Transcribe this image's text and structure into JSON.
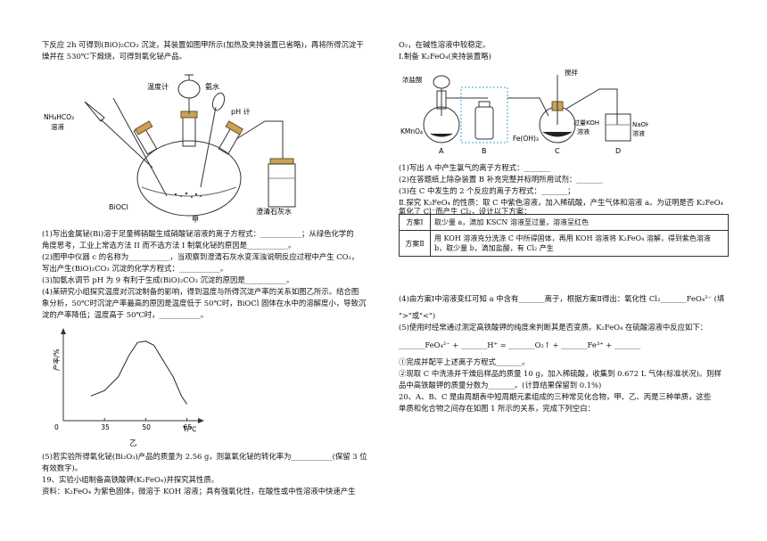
{
  "left": {
    "l1": "下反应 2h 可得到(BiO)₂CO₃ 沉淀，其装置如图甲所示(加热及夹持装置已省略)，再将所得沉淀干",
    "l2": "燥并在 530℃下煅烧，可得到氧化铋产品。",
    "fig1": {
      "label_thermometer": "温度计",
      "label_ammonia": "氨水",
      "label_ph": "pH 计",
      "label_nh4hco3_1": "NH₄HCO₃",
      "label_nh4hco3_2": "溶液",
      "label_biocl": "BiOCl",
      "label_limewater": "澄清石灰水",
      "caption": "甲"
    },
    "q1a": "(1)写出金属铋(Bi)溶于足量稀硝酸生成硝酸铋溶液的离子方程式：___________；从绿色化学的",
    "q1b": "角度思考，工业上常选方法 II 而不选方法 I 制氧化铋的原因是___________。",
    "q2a": "(2)图甲中仪器 c 的名称为___________，当观察到澄清石灰水变浑浊说明反应过程中产生 CO₂，",
    "q2b": "写出产生(BiO)₂CO₃ 沉淀的化学方程式：___________。",
    "q3": "(3)加氨水调节 pH 为 9 有利于生成(BiO)₂CO₃ 沉淀的原因是___________。",
    "q4a": "(4)某研究小组探究温度对沉淀制备的影响，得到温度与所得沉淀产率的关系如图乙所示。结合图",
    "q4b": "象分析，50℃时沉淀产率最高的原因是温度低于 50℃时，BiOCl 固体在水中的溶解度小，导致沉",
    "q4c": "淀的产率降低；温度高于 50℃时，___________。",
    "q5a": "(5)若实验所得氧化铋(Bi₂O₃)产品的质量为 2.56 g，则氯氧化铋的转化率为___________(保留 3 位",
    "q5b": "有效数字)。",
    "q19": "19、实验小组制备高铁酸钾(K₂FeO₄)并探究其性质。",
    "info": "资料：K₂FeO₄ 为紫色固体，微溶于 KOH 溶液；具有强氧化性，在酸性或中性溶液中快速产生"
  },
  "right": {
    "r1": "O₂，在碱性溶液中较稳定。",
    "r2": "Ⅰ.制备 K₂FeO₄(夹持装置略)",
    "fig2": {
      "label_hcl": "浓盐酸",
      "label_stir": "搅拌",
      "label_kmno4": "KMnO₄",
      "label_feoh3": "Fe(OH)₃",
      "label_koh1": "过量KOH",
      "label_koh2": "溶液",
      "label_naoh1": "NaOH",
      "label_naoh2": "溶液",
      "label_a": "A",
      "label_b": "B",
      "label_c": "C",
      "label_d": "D"
    },
    "r3": "(1)写出 A 中产生氯气的离子方程式：_______",
    "r4": "(2)在答题纸上除杂装置 B 补充完整并标明所用试剂：_______",
    "r5": "(3)在 C 中发生的 2 个反应的离子方程式：_______；",
    "r6": "Ⅱ.探究 K₂FeO₄ 的性质：取 C 中紫色溶液，加入稀硫酸，产生气体和溶液 a。为证明是否 K₂FeO₄",
    "r7": "氧化了 Cl⁻而产生 Cl₂，设计以下方案：",
    "table": {
      "h1": "方案Ⅰ",
      "c1": "取少量 a，滴加 KSCN 溶液至过量，溶液呈红色",
      "h2": "方案Ⅱ",
      "c2": "用 KOH 溶液充分洗涤 C 中所得固体，再用 KOH 溶液将 K₂FeO₄ 溶解，得到紫色溶液 b，取少量 b，滴加盐酸，有 Cl₂ 产生"
    },
    "r8": "(4)由方案Ⅰ中溶液变红可知 a 中含有_______离子，根据方案Ⅱ得出：氧化性 Cl₂_______FeO₄²⁻ (填",
    "r9": "\">\"或\"<\")",
    "r10": "(5)使用时经常通过测定高铁酸钾的纯度来判断其是否变质。K₂FeO₄ 在硫酸溶液中反应如下：",
    "r11": "_______FeO₄²⁻ + _______H⁺ = _______O₂↑ + _______Fe³⁺ + _______",
    "r12": "①完成并配平上述离子方程式_______。",
    "r13": "②现取 C 中洗涤并干燥后样品的质量 10 g，加入稀硫酸，收集到 0.672 L 气体(标准状况)。则样",
    "r14": "品中高铁酸钾的质量分数为_______。(计算结果保留到 0.1%)",
    "r15": "20、A、B、C 是由周期表中短周期元素组成的三种常见化合物，甲、乙、丙是三种单质，这些",
    "r16": "单质和化合物之间存在如图 1 所示的关系，完成下列空白："
  },
  "chart_data": {
    "type": "line",
    "ylabel": "产率/%",
    "xlabel": "T/℃",
    "x_ticks": [
      "0",
      "35",
      "50",
      "65"
    ],
    "caption": "乙",
    "x": [
      30,
      35,
      40,
      44,
      47,
      50,
      53,
      56,
      60,
      63,
      65
    ],
    "y": [
      18,
      22,
      32,
      48,
      57,
      58,
      55,
      45,
      32,
      18,
      12
    ],
    "xlim": [
      20,
      70
    ],
    "ylim": [
      0,
      65
    ],
    "grid": false
  }
}
